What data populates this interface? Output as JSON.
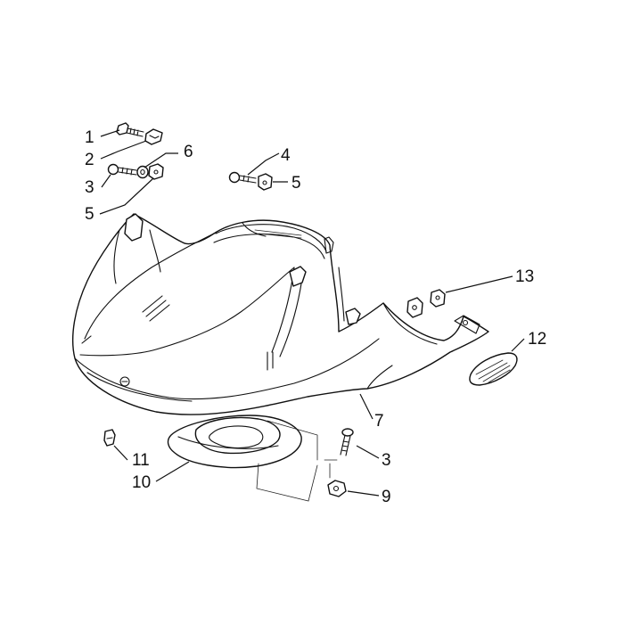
{
  "diagram": {
    "callouts": [
      {
        "id": "c1",
        "text": "1"
      },
      {
        "id": "c2",
        "text": "2"
      },
      {
        "id": "c6",
        "text": "6"
      },
      {
        "id": "c3a",
        "text": "3"
      },
      {
        "id": "c5a",
        "text": "5"
      },
      {
        "id": "c4",
        "text": "4"
      },
      {
        "id": "c5b",
        "text": "5"
      },
      {
        "id": "c13",
        "text": "13"
      },
      {
        "id": "c12",
        "text": "12"
      },
      {
        "id": "c7",
        "text": "7"
      },
      {
        "id": "c11",
        "text": "11"
      },
      {
        "id": "c10",
        "text": "10"
      },
      {
        "id": "c3b",
        "text": "3"
      },
      {
        "id": "c9",
        "text": "9"
      }
    ]
  }
}
